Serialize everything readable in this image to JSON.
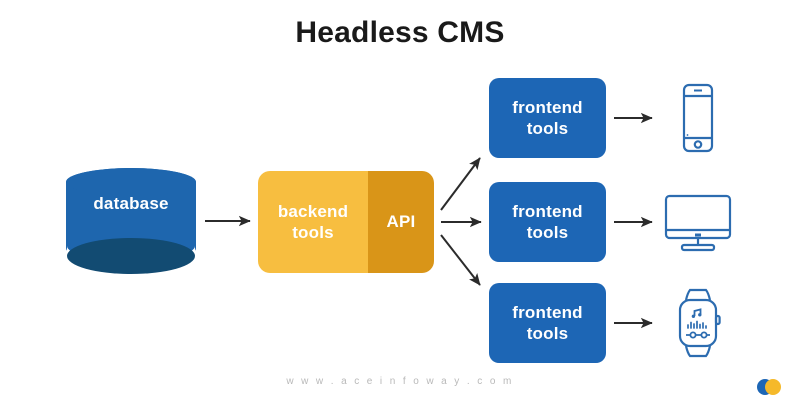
{
  "title": "Headless CMS",
  "colors": {
    "database_body": "#1E66AE",
    "database_base": "#124B72",
    "backend_tools": "#F7BE40",
    "api": "#D99518",
    "frontend_box": "#1D66B5",
    "arrow": "#2b2b2b",
    "device_icon": "#2C6CB0",
    "title_text": "#1a1a1a",
    "footer_text": "#b9b9b9",
    "logo_blue": "#1D66B5",
    "logo_yellow": "#F5B92A"
  },
  "nodes": {
    "database": {
      "label": "database",
      "shape": "cylinder",
      "icon": "database-cylinder-icon"
    },
    "backend": {
      "label": "backend\ntools",
      "line1": "backend",
      "line2": "tools"
    },
    "api": {
      "label": "API"
    },
    "frontend": [
      {
        "line1": "frontend",
        "line2": "tools"
      },
      {
        "line1": "frontend",
        "line2": "tools"
      },
      {
        "line1": "frontend",
        "line2": "tools"
      }
    ],
    "devices": [
      {
        "name": "smartphone",
        "icon": "smartphone-icon"
      },
      {
        "name": "desktop-monitor",
        "icon": "monitor-icon"
      },
      {
        "name": "smartwatch",
        "icon": "smartwatch-icon"
      }
    ]
  },
  "arrows": [
    {
      "from": "database",
      "to": "backend",
      "direction": "right"
    },
    {
      "from": "api",
      "to": "frontend-1",
      "direction": "up-right"
    },
    {
      "from": "api",
      "to": "frontend-2",
      "direction": "right"
    },
    {
      "from": "api",
      "to": "frontend-3",
      "direction": "down-right"
    },
    {
      "from": "frontend-1",
      "to": "smartphone",
      "direction": "right"
    },
    {
      "from": "frontend-2",
      "to": "desktop-monitor",
      "direction": "right"
    },
    {
      "from": "frontend-3",
      "to": "smartwatch",
      "direction": "right"
    }
  ],
  "footer": {
    "url": "w w w . a c e i n f o w a y . c o m",
    "logo": "aceinfoway-logo"
  }
}
